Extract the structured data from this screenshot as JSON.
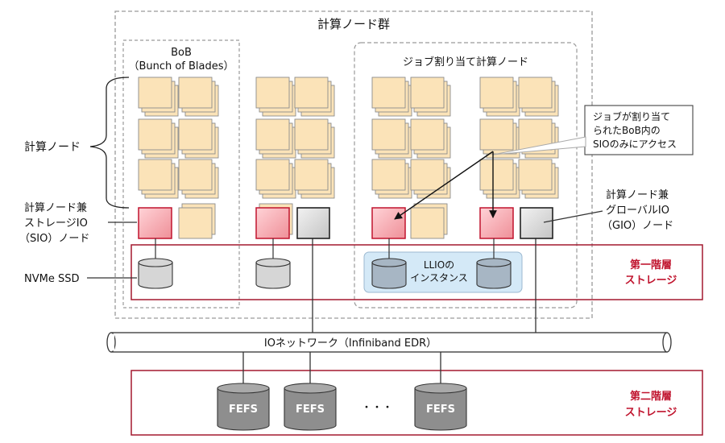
{
  "diagram": {
    "group_title": "計算ノード群",
    "bob": {
      "line1": "BoB",
      "line2": "（Bunch of Blades）"
    },
    "job_nodes_title": "ジョブ割り当て計算ノード",
    "left_labels": {
      "compute_node": "計算ノード",
      "sio_line1": "計算ノード兼",
      "sio_line2": "ストレージIO",
      "sio_line3": "（SIO）ノード",
      "nvme": "NVMe SSD"
    },
    "callout": {
      "line1": "ジョブが割り当て",
      "line2": "られたBoB内の",
      "line3": "SIOのみにアクセス"
    },
    "gio": {
      "line1": "計算ノード兼",
      "line2": "グローバルIO",
      "line3": "（GIO）ノード"
    },
    "llio": {
      "line1": "LLIOの",
      "line2": "インスタンス"
    },
    "tier1": {
      "line1": "第一階層",
      "line2": "ストレージ"
    },
    "network": "IOネットワーク（Infiniband EDR）",
    "fefs": [
      "FEFS",
      "FEFS",
      "FEFS"
    ],
    "ellipsis": "・・・",
    "tier2": {
      "line1": "第二階層",
      "line2": "ストレージ"
    },
    "colors": {
      "card": "#fbe3b8",
      "card_border": "#8c8c8c",
      "sio_node": "#f3a7ae",
      "sio_border": "#c0142e",
      "gio_node": "#d9d9d9",
      "tier_border": "#a3192f",
      "tier_text": "#c0142e",
      "llio_fill": "#d4e9f7",
      "llio_cyl": "#a7b6c4",
      "ssd_cyl": "#d6d6d6",
      "fefs_cyl": "#8e8e8e"
    }
  }
}
